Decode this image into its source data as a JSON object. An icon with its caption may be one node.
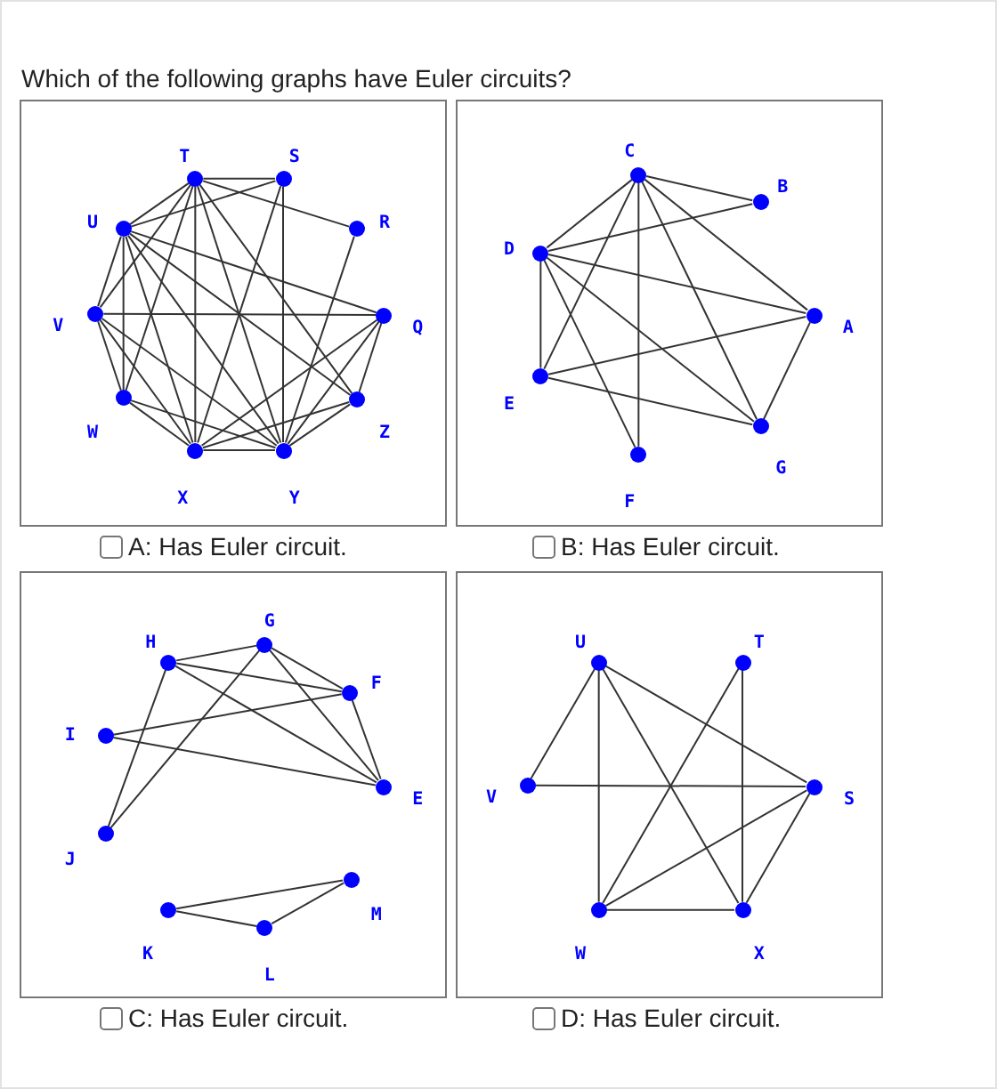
{
  "diagram": {
    "title": "Which of the following graphs have Euler circuits?",
    "nodes": [
      {
        "text": [],
        "shape": "box"
      },
      {
        "text": [],
        "shape": "circle",
        "in": 0,
        "beside": [
          "T"
        ]
      },
      {
        "text": [],
        "shape": "circle",
        "in": 0,
        "beside": [
          "S"
        ]
      },
      {
        "text": [],
        "shape": "circle",
        "in": 0,
        "beside": [
          "R"
        ]
      },
      {
        "text": [],
        "shape": "circle",
        "in": 0,
        "beside": [
          "Q"
        ]
      },
      {
        "text": [],
        "shape": "circle",
        "in": 0,
        "beside": [
          "Z"
        ]
      },
      {
        "text": [],
        "shape": "circle",
        "in": 0,
        "beside": [
          "Y"
        ]
      },
      {
        "text": [],
        "shape": "circle",
        "in": 0,
        "beside": [
          "X"
        ]
      },
      {
        "text": [],
        "shape": "circle",
        "in": 0,
        "beside": [
          "W"
        ]
      },
      {
        "text": [],
        "shape": "circle",
        "in": 0,
        "beside": [
          "V"
        ]
      },
      {
        "text": [],
        "shape": "circle",
        "in": 0,
        "beside": [
          "U"
        ]
      },
      {
        "text": [],
        "shape": "box"
      },
      {
        "text": [],
        "shape": "circle",
        "in": 11,
        "beside": [
          "C"
        ]
      },
      {
        "text": [],
        "shape": "circle",
        "in": 11,
        "beside": [
          "B"
        ]
      },
      {
        "text": [],
        "shape": "circle",
        "in": 11,
        "beside": [
          "D"
        ]
      },
      {
        "text": [],
        "shape": "circle",
        "in": 11,
        "beside": [
          "A"
        ]
      },
      {
        "text": [],
        "shape": "circle",
        "in": 11,
        "beside": [
          "E"
        ]
      },
      {
        "text": [],
        "shape": "circle",
        "in": 11,
        "beside": [
          "G"
        ]
      },
      {
        "text": [],
        "shape": "circle",
        "in": 11,
        "beside": [
          "F"
        ]
      },
      {
        "text": [],
        "shape": "box"
      },
      {
        "text": [],
        "shape": "circle",
        "in": 19,
        "beside": [
          "G"
        ]
      },
      {
        "text": [],
        "shape": "circle",
        "in": 19,
        "beside": [
          "H"
        ]
      },
      {
        "text": [],
        "shape": "circle",
        "in": 19,
        "beside": [
          "F"
        ]
      },
      {
        "text": [],
        "shape": "circle",
        "in": 19,
        "beside": [
          "I"
        ]
      },
      {
        "text": [],
        "shape": "circle",
        "in": 19,
        "beside": [
          "E"
        ]
      },
      {
        "text": [],
        "shape": "circle",
        "in": 19,
        "beside": [
          "J"
        ]
      },
      {
        "text": [],
        "shape": "circle",
        "in": 19,
        "beside": [
          "M"
        ]
      },
      {
        "text": [],
        "shape": "circle",
        "in": 19,
        "beside": [
          "K"
        ]
      },
      {
        "text": [],
        "shape": "circle",
        "in": 19,
        "beside": [
          "L"
        ]
      },
      {
        "text": [],
        "shape": "box"
      },
      {
        "text": [],
        "shape": "circle",
        "in": 29,
        "beside": [
          "U"
        ]
      },
      {
        "text": [],
        "shape": "circle",
        "in": 29,
        "beside": [
          "T"
        ]
      },
      {
        "text": [],
        "shape": "circle",
        "in": 29,
        "beside": [
          "V"
        ]
      },
      {
        "text": [],
        "shape": "circle",
        "in": 29,
        "beside": [
          "S"
        ]
      },
      {
        "text": [],
        "shape": "circle",
        "in": 29,
        "beside": [
          "W"
        ]
      },
      {
        "text": [],
        "shape": "circle",
        "in": 29,
        "beside": [
          "X"
        ]
      }
    ],
    "edges": [
      {
        "from": 1,
        "to": 2,
        "arrow": "none"
      },
      {
        "from": 1,
        "to": 10,
        "arrow": "none"
      },
      {
        "from": 1,
        "to": 9,
        "arrow": "none"
      },
      {
        "from": 1,
        "to": 3,
        "arrow": "none"
      },
      {
        "from": 1,
        "to": 7,
        "arrow": "none"
      },
      {
        "from": 1,
        "to": 6,
        "arrow": "none"
      },
      {
        "from": 1,
        "to": 5,
        "arrow": "none"
      },
      {
        "from": 1,
        "to": 8,
        "arrow": "none"
      },
      {
        "from": 2,
        "to": 10,
        "arrow": "none"
      },
      {
        "from": 2,
        "to": 7,
        "arrow": "none"
      },
      {
        "from": 2,
        "to": 6,
        "arrow": "none"
      },
      {
        "from": 10,
        "to": 9,
        "arrow": "none"
      },
      {
        "from": 10,
        "to": 8,
        "arrow": "none"
      },
      {
        "from": 10,
        "to": 4,
        "arrow": "none"
      },
      {
        "from": 10,
        "to": 6,
        "arrow": "none"
      },
      {
        "from": 10,
        "to": 7,
        "arrow": "none"
      },
      {
        "from": 10,
        "to": 5,
        "arrow": "none"
      },
      {
        "from": 9,
        "to": 8,
        "arrow": "none"
      },
      {
        "from": 9,
        "to": 4,
        "arrow": "none"
      },
      {
        "from": 9,
        "to": 7,
        "arrow": "none"
      },
      {
        "from": 9,
        "to": 6,
        "arrow": "none"
      },
      {
        "from": 8,
        "to": 7,
        "arrow": "none"
      },
      {
        "from": 8,
        "to": 6,
        "arrow": "none"
      },
      {
        "from": 3,
        "to": 6,
        "arrow": "none"
      },
      {
        "from": 4,
        "to": 7,
        "arrow": "none"
      },
      {
        "from": 4,
        "to": 6,
        "arrow": "none"
      },
      {
        "from": 4,
        "to": 5,
        "arrow": "none"
      },
      {
        "from": 5,
        "to": 6,
        "arrow": "none"
      },
      {
        "from": 7,
        "to": 6,
        "arrow": "none"
      },
      {
        "from": 5,
        "to": 7,
        "arrow": "none"
      },
      {
        "from": 12,
        "to": 13,
        "arrow": "none"
      },
      {
        "from": 12,
        "to": 14,
        "arrow": "none"
      },
      {
        "from": 12,
        "to": 16,
        "arrow": "none"
      },
      {
        "from": 12,
        "to": 18,
        "arrow": "none"
      },
      {
        "from": 12,
        "to": 17,
        "arrow": "none"
      },
      {
        "from": 12,
        "to": 15,
        "arrow": "none"
      },
      {
        "from": 14,
        "to": 13,
        "arrow": "none"
      },
      {
        "from": 14,
        "to": 15,
        "arrow": "none"
      },
      {
        "from": 14,
        "to": 16,
        "arrow": "none"
      },
      {
        "from": 14,
        "to": 18,
        "arrow": "none"
      },
      {
        "from": 14,
        "to": 17,
        "arrow": "none"
      },
      {
        "from": 16,
        "to": 15,
        "arrow": "none"
      },
      {
        "from": 16,
        "to": 17,
        "arrow": "none"
      },
      {
        "from": 15,
        "to": 17,
        "arrow": "none"
      },
      {
        "from": 21,
        "to": 20,
        "arrow": "none"
      },
      {
        "from": 21,
        "to": 22,
        "arrow": "none"
      },
      {
        "from": 21,
        "to": 24,
        "arrow": "none"
      },
      {
        "from": 21,
        "to": 25,
        "arrow": "none"
      },
      {
        "from": 20,
        "to": 22,
        "arrow": "none"
      },
      {
        "from": 20,
        "to": 24,
        "arrow": "none"
      },
      {
        "from": 20,
        "to": 25,
        "arrow": "none"
      },
      {
        "from": 22,
        "to": 24,
        "arrow": "none"
      },
      {
        "from": 23,
        "to": 22,
        "arrow": "none"
      },
      {
        "from": 23,
        "to": 24,
        "arrow": "none"
      },
      {
        "from": 27,
        "to": 26,
        "arrow": "none"
      },
      {
        "from": 27,
        "to": 28,
        "arrow": "none"
      },
      {
        "from": 28,
        "to": 26,
        "arrow": "none"
      },
      {
        "from": 30,
        "to": 32,
        "arrow": "none"
      },
      {
        "from": 30,
        "to": 34,
        "arrow": "none"
      },
      {
        "from": 30,
        "to": 35,
        "arrow": "none"
      },
      {
        "from": 30,
        "to": 33,
        "arrow": "none"
      },
      {
        "from": 32,
        "to": 33,
        "arrow": "none"
      },
      {
        "from": 31,
        "to": 34,
        "arrow": "none"
      },
      {
        "from": 31,
        "to": 35,
        "arrow": "none"
      },
      {
        "from": 33,
        "to": 34,
        "arrow": "none"
      },
      {
        "from": 33,
        "to": 35,
        "arrow": "none"
      },
      {
        "from": 34,
        "to": 35,
        "arrow": "none"
      }
    ],
    "labels": [
      "A: Has Euler circuit.",
      "B: Has Euler circuit.",
      "C: Has Euler circuit.",
      "D: Has Euler circuit."
    ]
  }
}
